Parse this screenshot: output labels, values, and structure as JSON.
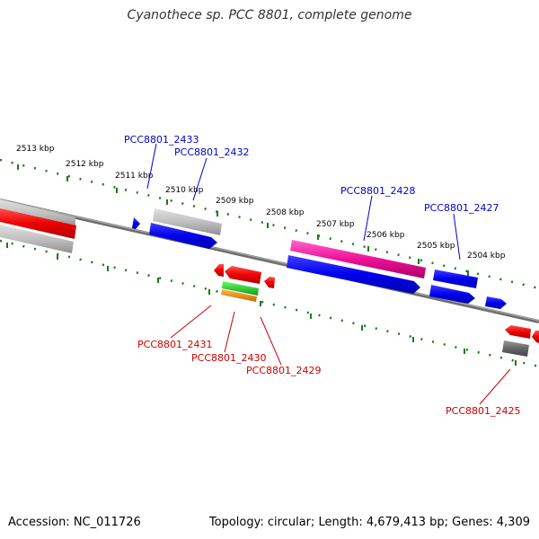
{
  "title": "Cyanothece sp. PCC 8801, complete genome",
  "footer": {
    "accession": "Accession: NC_011726",
    "summary": "Topology: circular; Length: 4,679,413 bp; Genes: 4,309"
  },
  "colors": {
    "forward_label": "#0000cc",
    "reverse_label": "#cc0000",
    "tick": "#1a7a1a",
    "backbone": "#808080"
  },
  "ticks": [
    "2513 kbp",
    "2512 kbp",
    "2511 kbp",
    "2510 kbp",
    "2509 kbp",
    "2508 kbp",
    "2507 kbp",
    "2506 kbp",
    "2505 kbp",
    "2504 kbp"
  ],
  "labels": {
    "forward": [
      "PCC8801_2433",
      "PCC8801_2432",
      "PCC8801_2428",
      "PCC8801_2427"
    ],
    "reverse": [
      "PCC8801_2431",
      "PCC8801_2430",
      "PCC8801_2429",
      "PCC8801_2425"
    ]
  }
}
